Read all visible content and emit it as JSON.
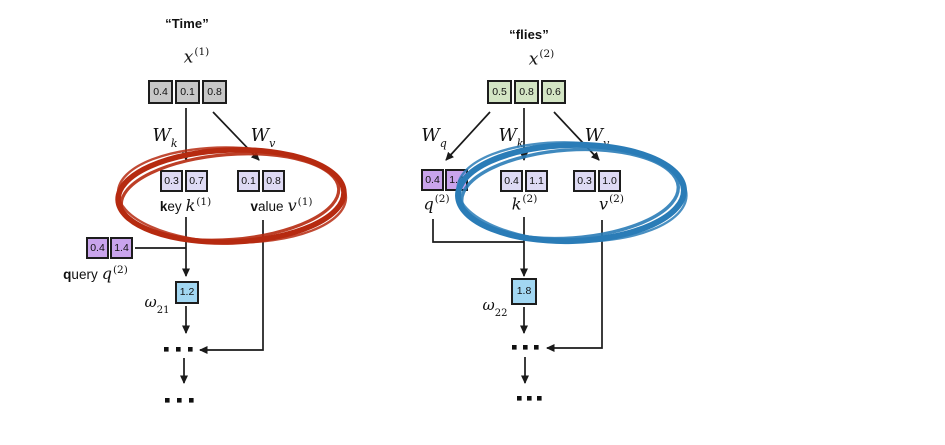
{
  "colors": {
    "input_gray": "#c7c7c7",
    "input_green": "#d3e5c4",
    "kv_lavender": "#dedaf4",
    "q_purple": "#c9a4ec",
    "omega_blue": "#a2d7f2",
    "ellipse_red": "#b62a10",
    "ellipse_blue": "#2a7cb7",
    "line": "#1a1a1a"
  },
  "left": {
    "word": "“Time”",
    "x": {
      "sym": "x",
      "sup": "(1)"
    },
    "x_values": [
      "0.4",
      "0.1",
      "0.8"
    ],
    "w_k": {
      "sym": "W",
      "sub": "k"
    },
    "w_v": {
      "sym": "W",
      "sub": "v"
    },
    "key": {
      "values": [
        "0.3",
        "0.7"
      ],
      "word_bold": "k",
      "word_rest": "ey",
      "sym": "k",
      "sup": "(1)"
    },
    "value": {
      "values": [
        "0.1",
        "0.8"
      ],
      "word_bold": "v",
      "word_rest": "alue",
      "sym": "v",
      "sup": "(1)"
    },
    "query": {
      "values": [
        "0.4",
        "1.4"
      ],
      "word_bold": "q",
      "word_rest": "uery",
      "sym": "q",
      "sup": "(2)"
    },
    "omega": {
      "sym": "ω",
      "sub": "21",
      "value": "1.2"
    }
  },
  "right": {
    "word": "“flies”",
    "x": {
      "sym": "x",
      "sup": "(2)"
    },
    "x_values": [
      "0.5",
      "0.8",
      "0.6"
    ],
    "w_q": {
      "sym": "W",
      "sub": "q"
    },
    "w_k": {
      "sym": "W",
      "sub": "k"
    },
    "w_v": {
      "sym": "W",
      "sub": "v"
    },
    "q": {
      "values": [
        "0.4",
        "1.4"
      ],
      "sym": "q",
      "sup": "(2)"
    },
    "k": {
      "values": [
        "0.4",
        "1.1"
      ],
      "sym": "k",
      "sup": "(2)"
    },
    "v": {
      "values": [
        "0.3",
        "1.0"
      ],
      "sym": "v",
      "sup": "(2)"
    },
    "omega": {
      "sym": "ω",
      "sub": "22",
      "value": "1.8"
    }
  }
}
